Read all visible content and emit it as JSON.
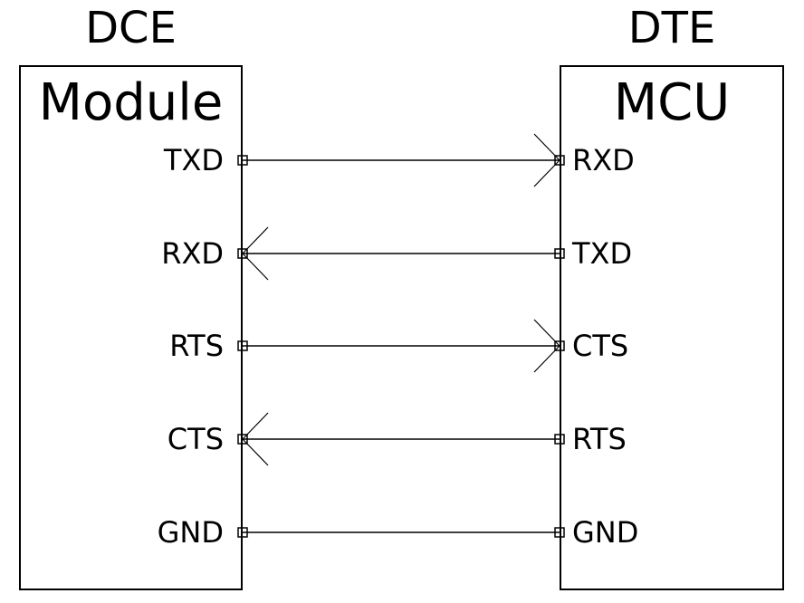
{
  "diagram": {
    "left_device": {
      "title": "DCE",
      "box_label": "Module",
      "pins": [
        "TXD",
        "RXD",
        "RTS",
        "CTS",
        "GND"
      ]
    },
    "right_device": {
      "title": "DTE",
      "box_label": "MCU",
      "pins": [
        "RXD",
        "TXD",
        "CTS",
        "RTS",
        "GND"
      ]
    },
    "connections": [
      {
        "from": "Module.TXD",
        "to": "MCU.RXD",
        "direction": "left-to-right"
      },
      {
        "from": "MCU.TXD",
        "to": "Module.RXD",
        "direction": "right-to-left"
      },
      {
        "from": "Module.RTS",
        "to": "MCU.CTS",
        "direction": "left-to-right"
      },
      {
        "from": "MCU.RTS",
        "to": "Module.CTS",
        "direction": "right-to-left"
      },
      {
        "from": "Module.GND",
        "to": "MCU.GND",
        "direction": "none"
      }
    ],
    "colors": {
      "line": "#000000",
      "text": "#000000",
      "background": "#ffffff"
    }
  }
}
